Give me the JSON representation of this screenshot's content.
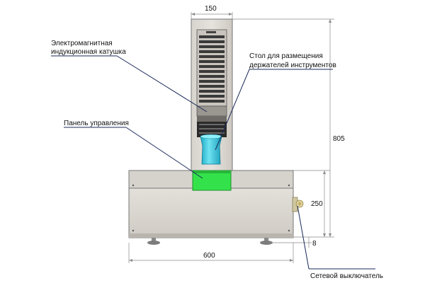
{
  "dimensions": {
    "width_top": "150",
    "height_total": "805",
    "height_base": "250",
    "width_base": "600",
    "foot_height": "8"
  },
  "callouts": {
    "coil_line1": "Электромагнитная",
    "coil_line2": "индукционная катушка",
    "table_line1": "Стол для размещения",
    "table_line2": "держателей инструментов",
    "panel": "Панель управления",
    "switch": "Сетевой выключатель"
  },
  "colors": {
    "housing": "#d9d6d0",
    "outline": "#6b6b6b",
    "panel_green": "#33e24a",
    "holder_blue": "#38c9e0",
    "callout_line": "#1b2a5a",
    "switch_amber": "#d9c88a"
  }
}
